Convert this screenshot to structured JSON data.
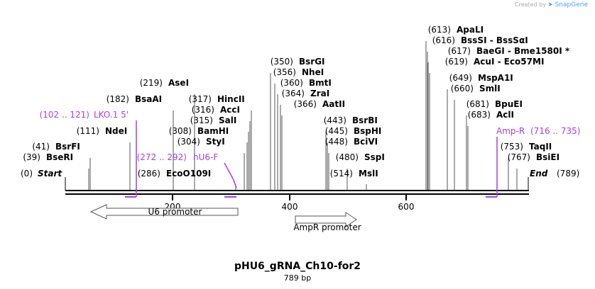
{
  "watermark": {
    "prefix": "Created by",
    "brand": "SnapGene"
  },
  "title": "pHU6_gRNA_Ch10-for2",
  "subtitle": "789 bp",
  "ruler": [
    {
      "label": "200"
    },
    {
      "label": "400"
    },
    {
      "label": "600"
    }
  ],
  "ends": {
    "start": {
      "label": "Start",
      "pos": "(0)"
    },
    "end": {
      "label": "End",
      "pos": "(789)"
    }
  },
  "sites": [
    {
      "name": "BseRI",
      "pos": "(39)"
    },
    {
      "name": "BsrFI",
      "pos": "(41)"
    },
    {
      "name": "NdeI",
      "pos": "(111)"
    },
    {
      "name": "BsaAI",
      "pos": "(182)"
    },
    {
      "name": "AseI",
      "pos": "(219)"
    },
    {
      "name": "EcoO109I",
      "pos": "(286)"
    },
    {
      "name": "StyI",
      "pos": "(304)"
    },
    {
      "name": "BamHI",
      "pos": "(308)"
    },
    {
      "name": "SalI",
      "pos": "(315)"
    },
    {
      "name": "AccI",
      "pos": "(316)"
    },
    {
      "name": "HincII",
      "pos": "(317)"
    },
    {
      "name": "BsrGI",
      "pos": "(350)"
    },
    {
      "name": "NheI",
      "pos": "(356)"
    },
    {
      "name": "BmtI",
      "pos": "(360)"
    },
    {
      "name": "ZraI",
      "pos": "(364)"
    },
    {
      "name": "AatII",
      "pos": "(366)"
    },
    {
      "name": "BsrBI",
      "pos": "(443)"
    },
    {
      "name": "BspHI",
      "pos": "(445)"
    },
    {
      "name": "BciVI",
      "pos": "(448)"
    },
    {
      "name": "SspI",
      "pos": "(480)"
    },
    {
      "name": "MslI",
      "pos": "(514)"
    },
    {
      "name": "ApaLI",
      "pos": "(613)"
    },
    {
      "name": "BssSI - BssSαI",
      "pos": "(616)"
    },
    {
      "name": "BaeGI - Bme1580I *",
      "pos": "(617)"
    },
    {
      "name": "AcuI - Eco57MI",
      "pos": "(619)"
    },
    {
      "name": "MspA1I",
      "pos": "(649)"
    },
    {
      "name": "SmlI",
      "pos": "(660)"
    },
    {
      "name": "BpuEI",
      "pos": "(681)"
    },
    {
      "name": "AclI",
      "pos": "(683)"
    },
    {
      "name": "TaqII",
      "pos": "(753)"
    },
    {
      "name": "BsiEI",
      "pos": "(767)"
    }
  ],
  "primers": [
    {
      "name": "LKO.1 5'",
      "range": "(102 .. 121)"
    },
    {
      "name": "hU6-F",
      "range": "(272 .. 292)"
    },
    {
      "name": "Amp-R",
      "range": "(716 .. 735)"
    }
  ],
  "features": [
    {
      "name": "U6 promoter",
      "direction": "reverse"
    },
    {
      "name": "AmpR promoter",
      "direction": "forward"
    }
  ],
  "colors": {
    "primer": "#a53fe6",
    "backbone": "#000000",
    "feature_stroke": "#555555"
  }
}
